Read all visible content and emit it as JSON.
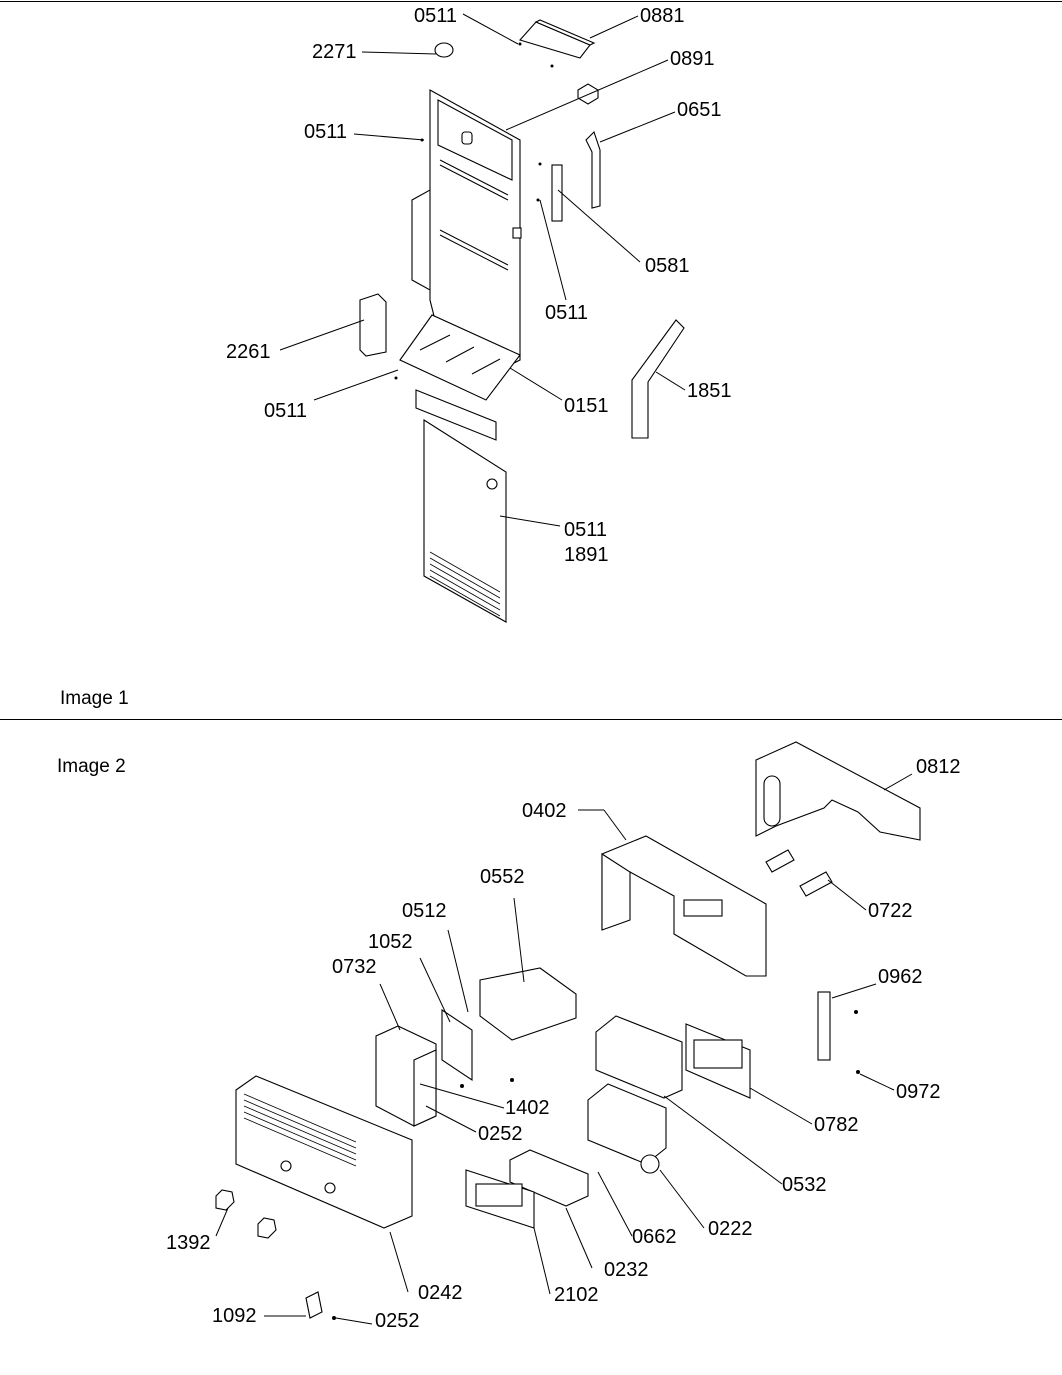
{
  "figures": [
    {
      "caption": "Image 1",
      "labels": [
        "0511",
        "0881",
        "2271",
        "0891",
        "0511",
        "0651",
        "0581",
        "0511",
        "2261",
        "0511",
        "0151",
        "1851",
        "0511",
        "1891"
      ]
    },
    {
      "caption": "Image 2",
      "labels": [
        "0812",
        "0402",
        "0552",
        "0722",
        "0512",
        "1052",
        "0732",
        "0962",
        "1402",
        "0972",
        "0252",
        "0782",
        "0532",
        "0222",
        "1392",
        "0662",
        "0232",
        "0242",
        "2102",
        "1092",
        "0252"
      ]
    }
  ]
}
